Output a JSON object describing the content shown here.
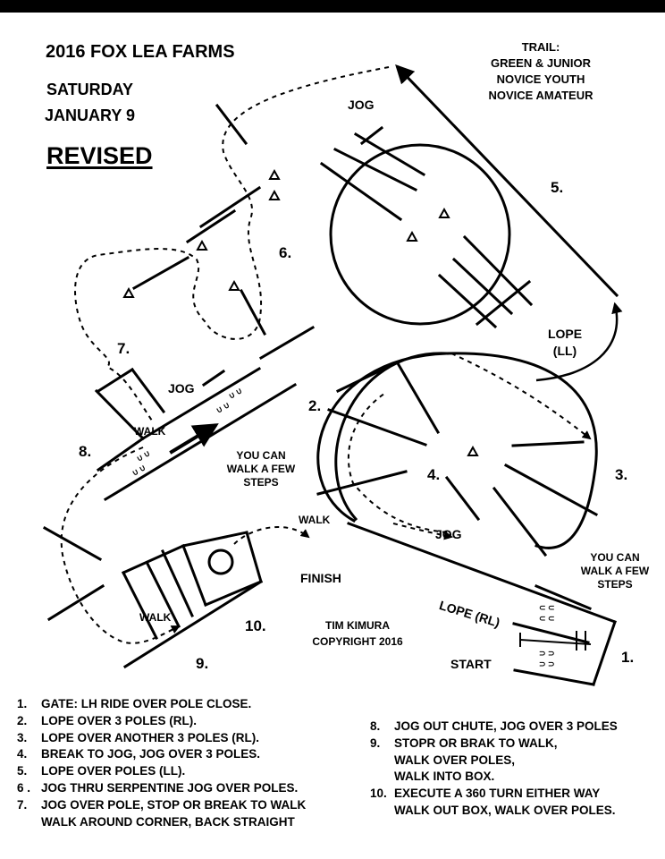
{
  "header": {
    "title": "2016  FOX LEA FARMS",
    "day": "SATURDAY",
    "date": "JANUARY 9",
    "revised": "REVISED",
    "trail": {
      "label": "TRAIL:",
      "classes": [
        "GREEN & JUNIOR",
        "NOVICE YOUTH",
        "NOVICE AMATEUR"
      ]
    }
  },
  "course": {
    "numbers": [
      "1.",
      "2.",
      "3.",
      "4.",
      "5.",
      "6.",
      "7.",
      "8.",
      "9.",
      "10."
    ],
    "gaits": {
      "jog_top": "JOG",
      "lope_ll": [
        "LOPE",
        "(LL)"
      ],
      "jog_chute": "JOG",
      "walk_chute": "WALK",
      "walk_mid": "WALK",
      "jog_mid": "JOG",
      "lope_rl": "LOPE (RL)",
      "walk_box": "WALK"
    },
    "notes": {
      "walk_few_left": [
        "YOU CAN",
        "WALK A FEW",
        "STEPS"
      ],
      "walk_few_right": [
        "YOU CAN",
        "WALK A FEW",
        "STEPS"
      ],
      "finish": "FINISH",
      "start": "START",
      "credit": "TIM KIMURA",
      "copyright": "COPYRIGHT 2016"
    }
  },
  "instructions": {
    "left": [
      {
        "n": "1.",
        "text": "GATE: LH RIDE OVER POLE CLOSE."
      },
      {
        "n": "2.",
        "text": "LOPE OVER 3 POLES (RL)."
      },
      {
        "n": "3.",
        "text": "LOPE OVER ANOTHER 3 POLES (RL)."
      },
      {
        "n": "4.",
        "text": "BREAK TO JOG, JOG OVER  3 POLES."
      },
      {
        "n": "5.",
        "text": "LOPE OVER POLES (LL)."
      },
      {
        "n": "6 .",
        "text": "JOG THRU SERPENTINE JOG OVER POLES."
      },
      {
        "n": "7.",
        "text": "JOG OVER POLE, STOP OR BREAK TO WALK",
        "text2": "WALK AROUND CORNER, BACK STRAIGHT"
      }
    ],
    "right": [
      {
        "n": "8.",
        "text": "JOG OUT CHUTE, JOG OVER 3 POLES"
      },
      {
        "n": "9.",
        "text": "STOPR OR BRAK TO WALK,",
        "text2": "WALK OVER POLES,",
        "text3": "WALK INTO BOX."
      },
      {
        "n": "10.",
        "text": "EXECUTE A 360 TURN EITHER WAY",
        "text2": "WALK OUT BOX, WALK OVER POLES."
      }
    ]
  }
}
